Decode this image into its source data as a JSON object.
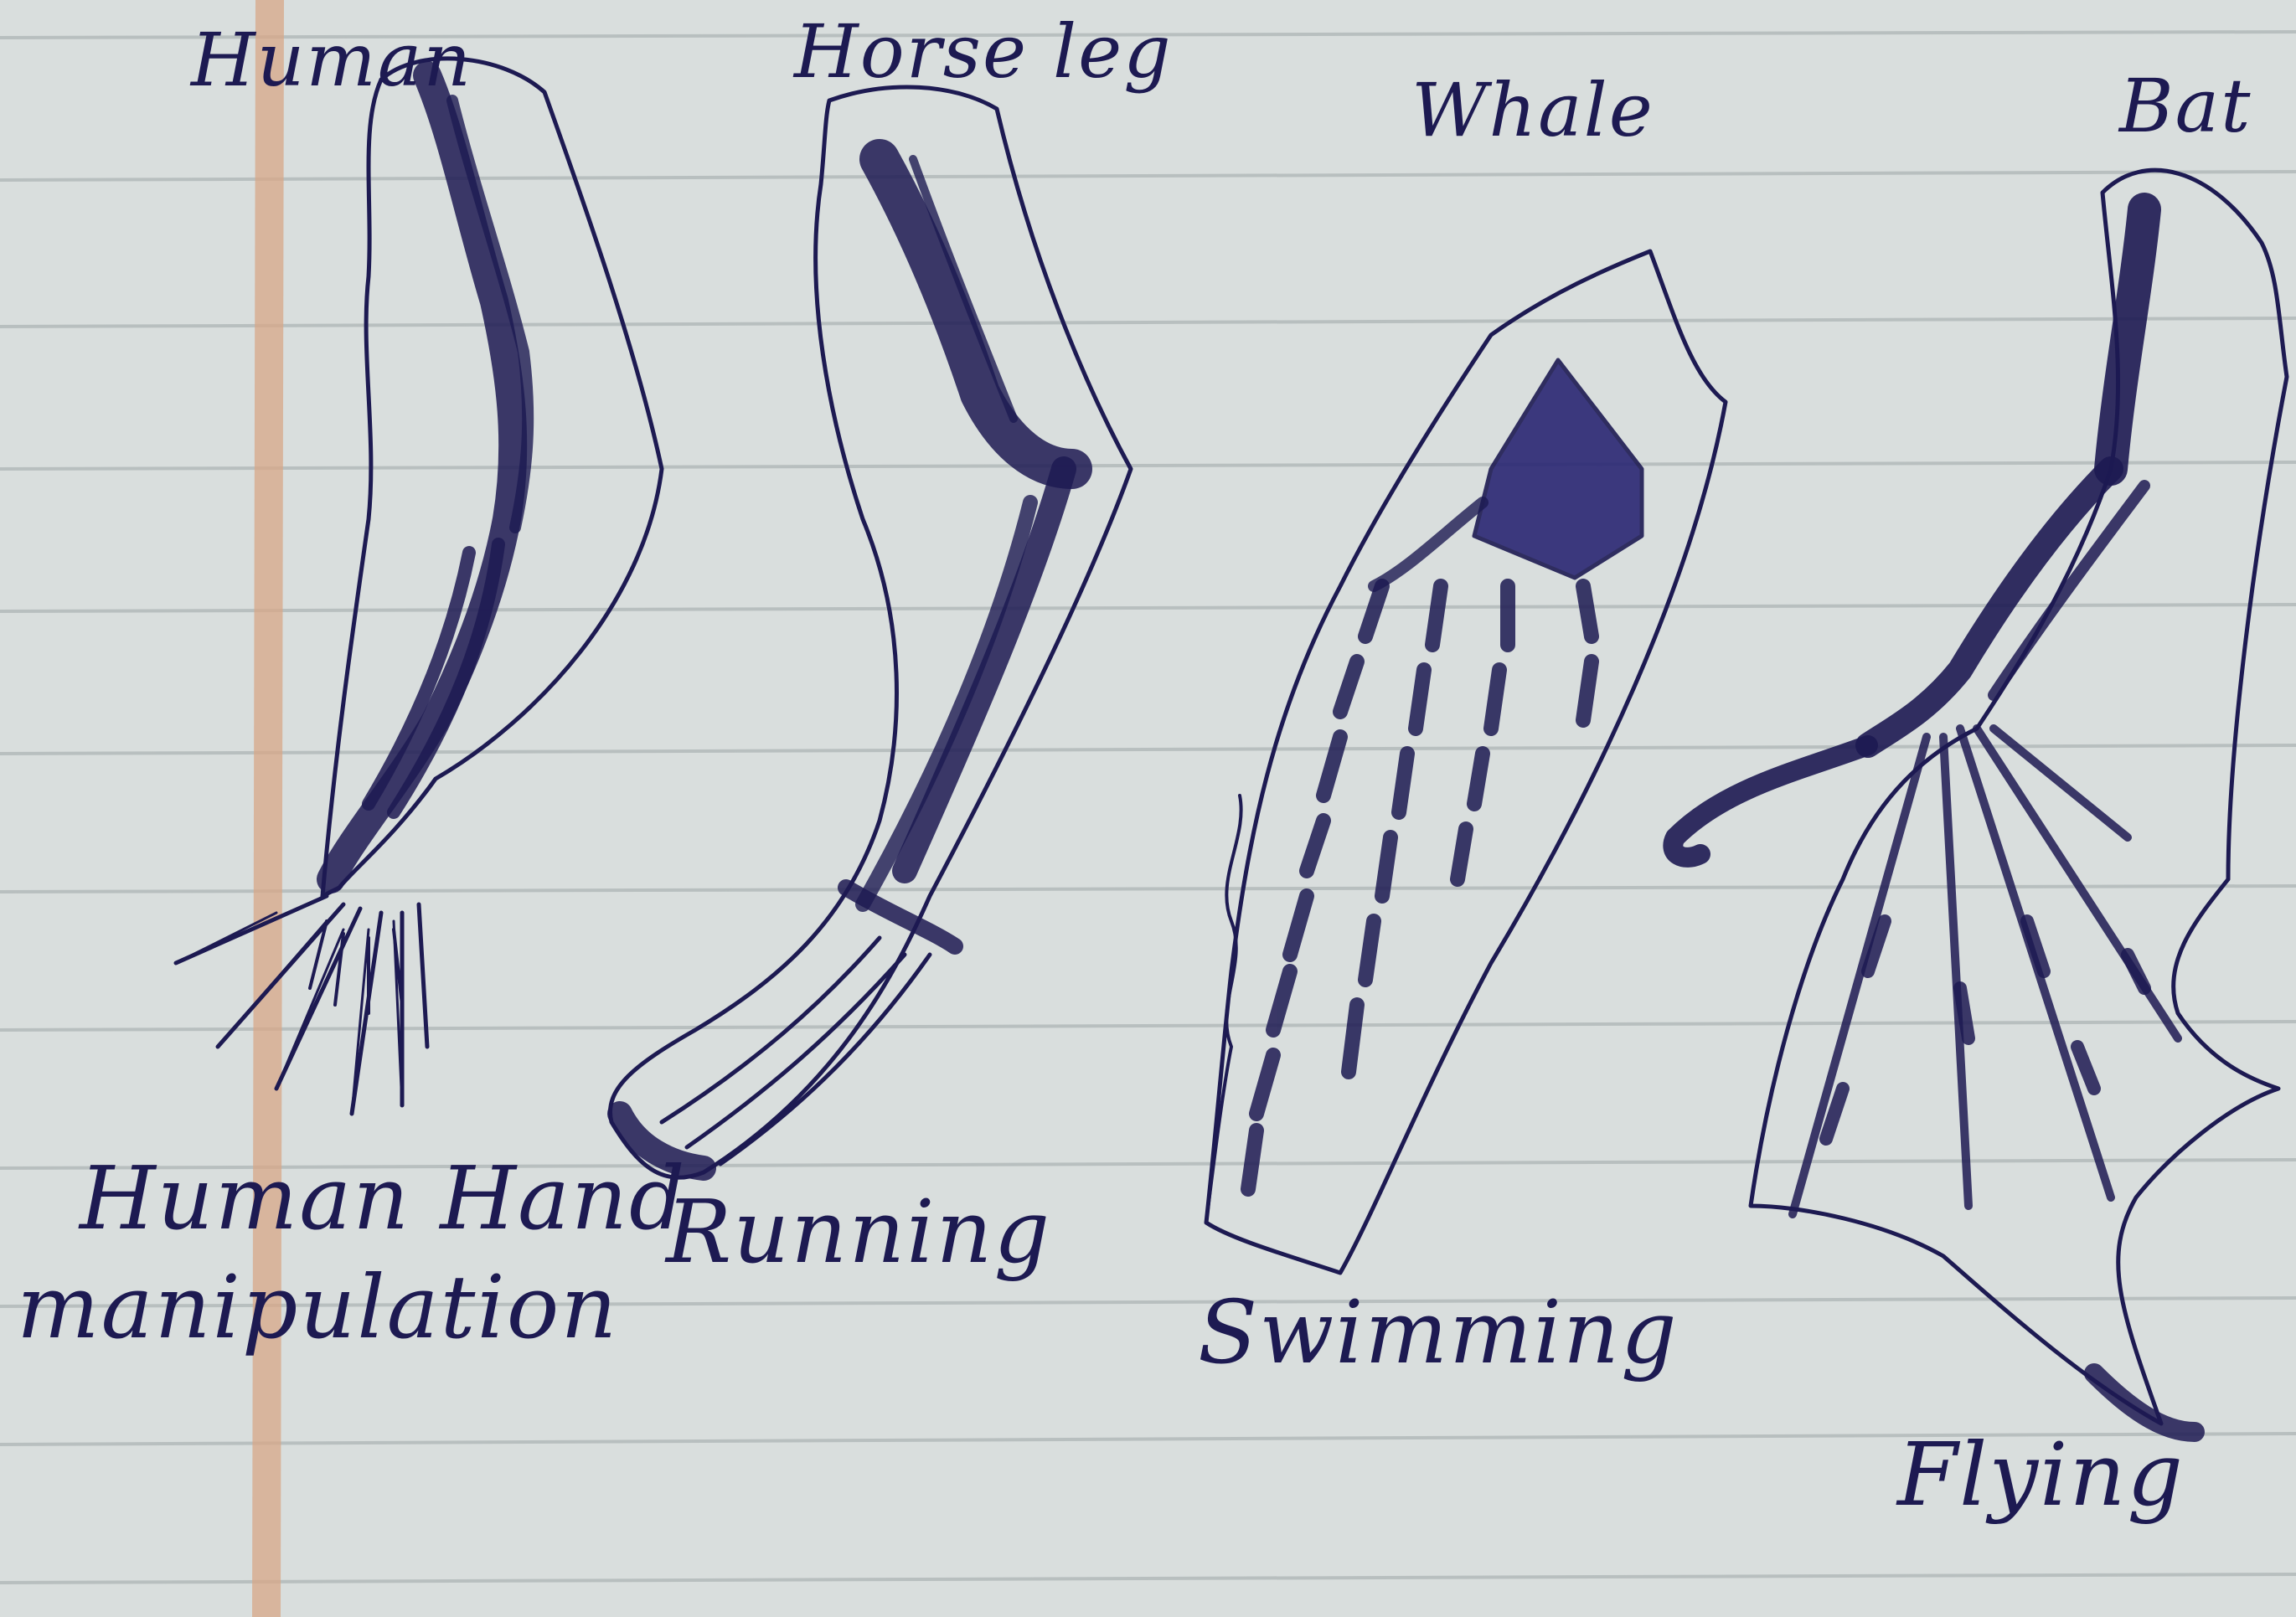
{
  "limbs": [
    {
      "id": "human",
      "name": "Human",
      "function_line1": "Human Hand",
      "function_line2": "manipulation"
    },
    {
      "id": "horse",
      "name": "Horse leg",
      "function_line1": "Running"
    },
    {
      "id": "whale",
      "name": "Whale",
      "function_line1": "Swimming"
    },
    {
      "id": "bat",
      "name": "Bat",
      "function_line1": "Flying"
    }
  ],
  "colors": {
    "paper": "#d9dedd",
    "rule_line": "#b8bfbf",
    "margin_line": "#d8a888",
    "ink": "#1d1a52",
    "ink_fill": "#2a2773"
  }
}
